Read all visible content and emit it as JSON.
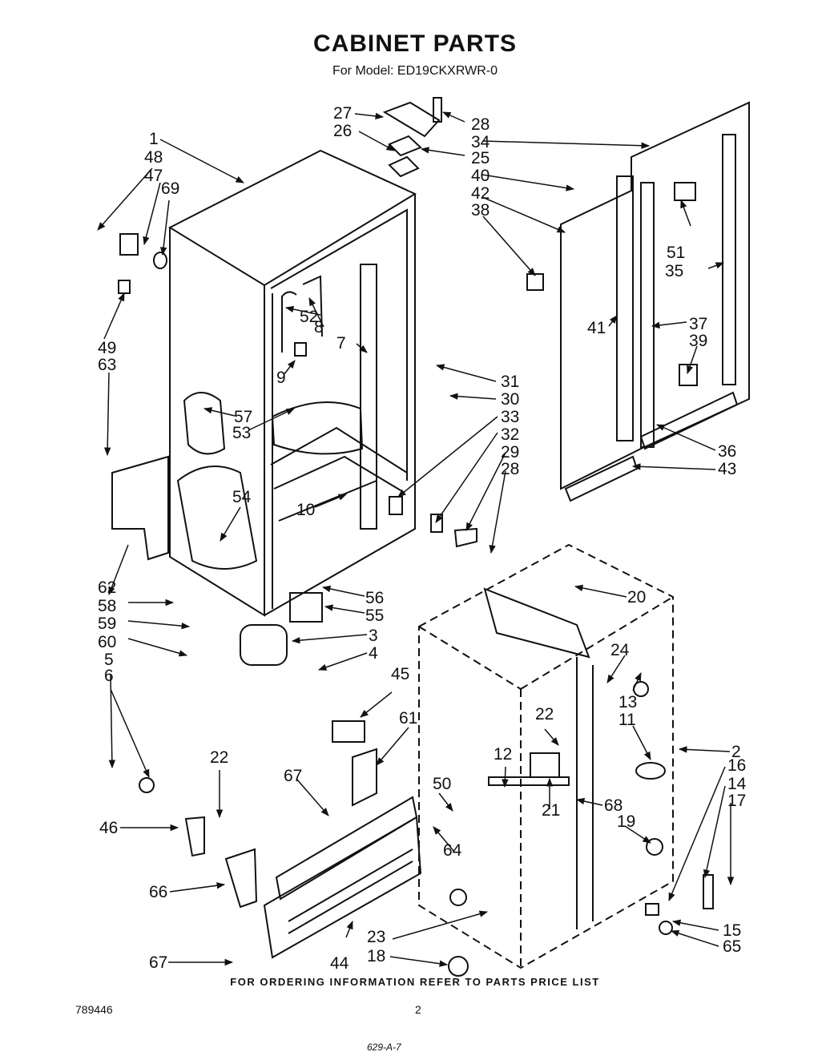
{
  "title": "CABINET PARTS",
  "subtitle": "For Model: ED19CKXRWR-0",
  "footer_note": "FOR ORDERING INFORMATION REFER TO PARTS PRICE LIST",
  "doc_number": "789446",
  "page_number": "2",
  "handwritten_note": "629-A-7",
  "parts": {
    "p1": "1",
    "p2": "2",
    "p3": "3",
    "p4": "4",
    "p5": "5",
    "p6": "6",
    "p7": "7",
    "p8": "8",
    "p9": "9",
    "p10": "10",
    "p11": "11",
    "p12": "12",
    "p13": "13",
    "p14": "14",
    "p15": "15",
    "p16": "16",
    "p17": "17",
    "p18": "18",
    "p19": "19",
    "p20": "20",
    "p21": "21",
    "p22a": "22",
    "p22b": "22",
    "p23": "23",
    "p24": "24",
    "p25": "25",
    "p26": "26",
    "p27": "27",
    "p28a": "28",
    "p28b": "28",
    "p29": "29",
    "p30": "30",
    "p31": "31",
    "p32": "32",
    "p33": "33",
    "p34": "34",
    "p35": "35",
    "p36": "36",
    "p37": "37",
    "p38": "38",
    "p39": "39",
    "p40": "40",
    "p41": "41",
    "p42": "42",
    "p43": "43",
    "p44": "44",
    "p45": "45",
    "p46": "46",
    "p47": "47",
    "p48": "48",
    "p49": "49",
    "p50": "50",
    "p51": "51",
    "p52": "52",
    "p53": "53",
    "p54": "54",
    "p55": "55",
    "p56": "56",
    "p57": "57",
    "p58": "58",
    "p59": "59",
    "p60": "60",
    "p61": "61",
    "p62": "62",
    "p63": "63",
    "p64": "64",
    "p65": "65",
    "p66": "66",
    "p67a": "67",
    "p67b": "67",
    "p68": "68",
    "p69": "69"
  }
}
